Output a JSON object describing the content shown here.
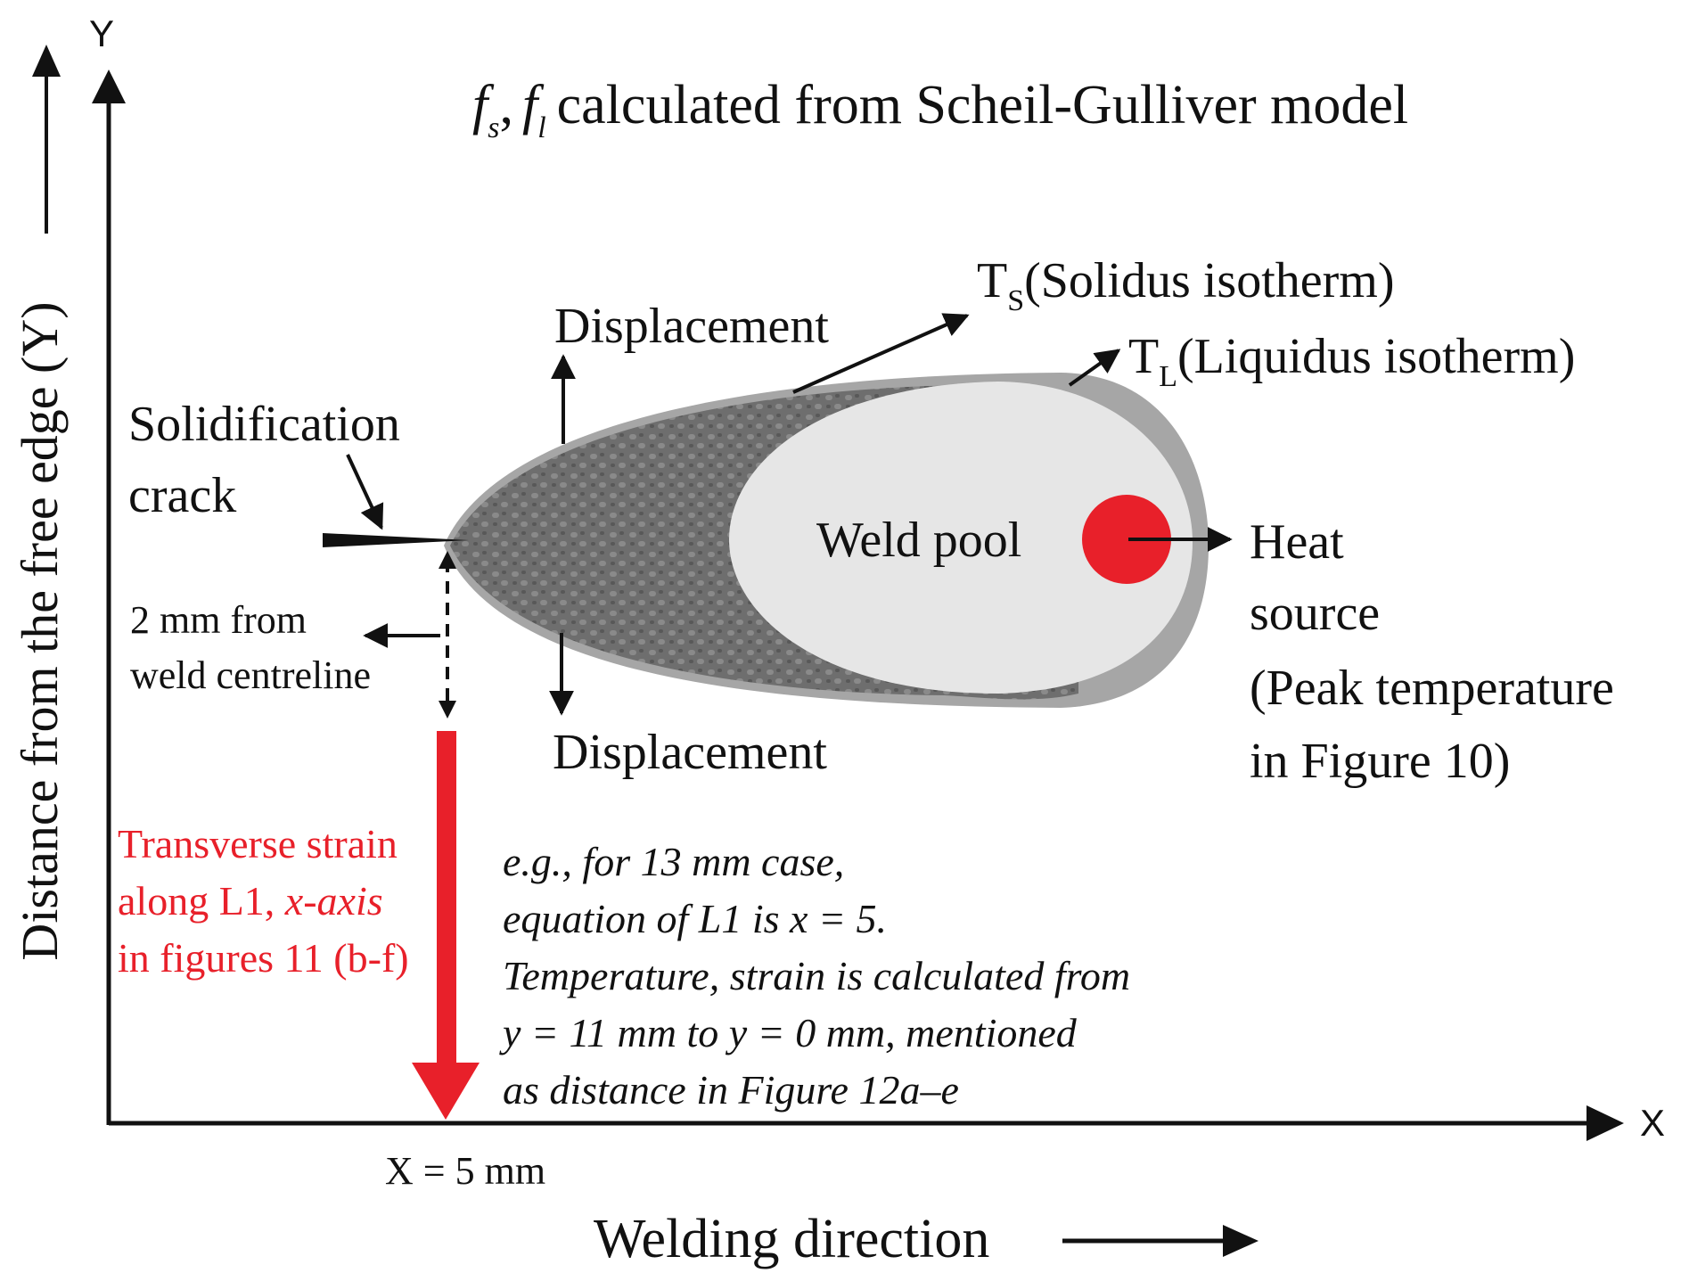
{
  "axes": {
    "y_letter": "Y",
    "x_letter": "X",
    "y_axis_label": "Distance from the free edge  (Y)",
    "x_axis_label": "Welding direction",
    "x_marker_label": "X = 5 mm"
  },
  "title": {
    "fs": "f",
    "fs_sub": "s",
    "comma": ",",
    "fl": "f",
    "fl_sub": "l",
    "rest": "calculated from Scheil-Gulliver model"
  },
  "labels": {
    "ts_main": "T",
    "ts_sub": "S",
    "ts_text": "(Solidus isotherm)",
    "tl_main": "T",
    "tl_sub": "L",
    "tl_text": "(Liquidus isotherm)",
    "displacement_top": "Displacement",
    "displacement_bottom": "Displacement",
    "crack_line1": "Solidification",
    "crack_line2": "crack",
    "weld_pool": "Weld pool",
    "heat_line1": "Heat",
    "heat_line2": "source",
    "heat_line3": "(Peak temperature",
    "heat_line4": "in Figure 10)",
    "offset_line1": "2 mm from",
    "offset_line2": "weld centreline",
    "strain_line1": "Transverse strain",
    "strain_line2_a": "along L1, ",
    "strain_line2_b": "x-axis",
    "strain_line3": "in figures 11 (b-f)",
    "example_line1": "e.g., for 13 mm case,",
    "example_line2": "equation of L1 is x = 5.",
    "example_line3": "Temperature, strain is calculated from",
    "example_line4": "y = 11 mm to y = 0 mm, mentioned",
    "example_line5": "as distance in Figure 12a–e"
  },
  "colors": {
    "ink": "#111111",
    "red": "#e8202a",
    "mushy_zone": "#707070",
    "dendrite": "#5a5a5a",
    "outer_rim": "#a6a6a6",
    "weld_pool": "#e6e6e6"
  }
}
